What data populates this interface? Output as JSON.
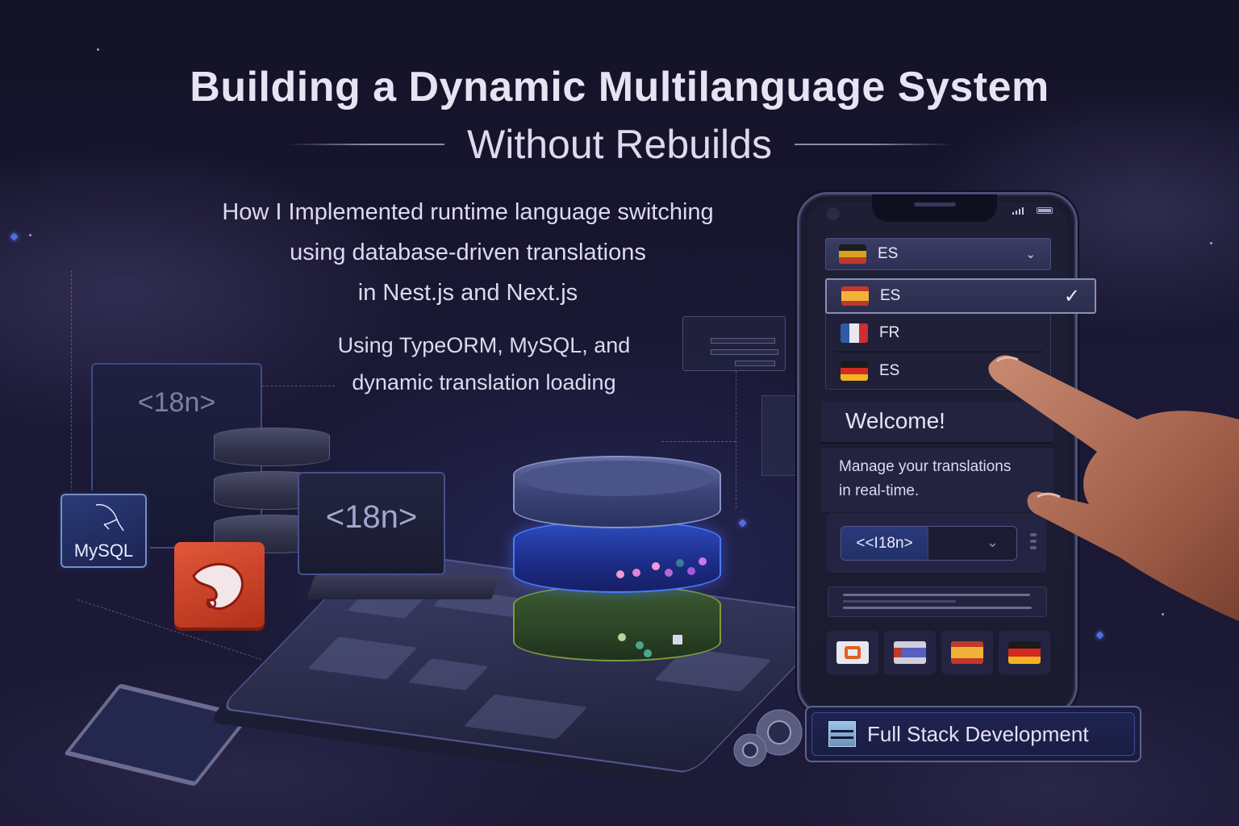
{
  "header": {
    "title": "Building a Dynamic Multilanguage System",
    "subtitle": "Without Rebuilds"
  },
  "description": {
    "lines": [
      "How I Implemented runtime language switching",
      "using database-driven translations",
      "in Nest.js and Next.js"
    ],
    "tech_lines": [
      "Using TypeORM, MySQL, and",
      "dynamic translation loading"
    ]
  },
  "illustration": {
    "monitor_label": "<18n>",
    "laptop_label": "<18n>",
    "mysql_label": "MySQL"
  },
  "phone": {
    "language_dropdown": {
      "selected": "ES",
      "selected_flag": "es-de-mixed",
      "chevron": "chevron-down-icon"
    },
    "language_menu": {
      "items": [
        {
          "code": "ES",
          "flag": "spain",
          "selected": true
        },
        {
          "code": "FR",
          "flag": "france",
          "selected": false
        },
        {
          "code": "ES",
          "flag": "germany",
          "selected": false
        }
      ]
    },
    "welcome": "Welcome!",
    "manage_text_1": "Manage your translations",
    "manage_text_2": "in real-time.",
    "i18n_select": {
      "value": "<<I18n>"
    },
    "flag_tiles": [
      "custom-logo",
      "serbia",
      "spain",
      "germany"
    ]
  },
  "footer": {
    "badge_label": "Full Stack Development"
  },
  "colors": {
    "background": "#1a1834",
    "text": "#e4e2f2",
    "accent_blue": "#4c78ff",
    "db_green": "#7e9a3e",
    "tile_red": "#e2573a"
  }
}
